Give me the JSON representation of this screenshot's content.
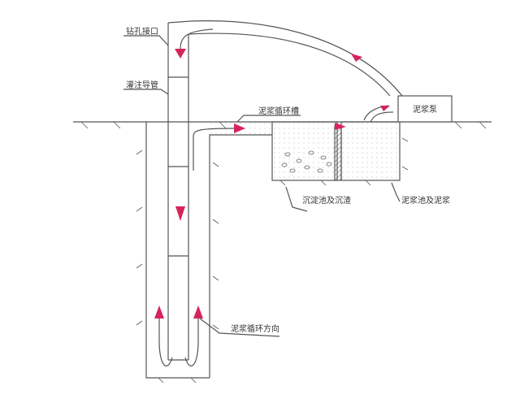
{
  "labels": {
    "pipe_joint": "钻孔接口",
    "tremie_pipe": "灌注导管",
    "circulation_groove": "泥浆循环槽",
    "mud_pump": "泥浆泵",
    "sedimentation_pool": "沉淀池及沉渣",
    "mud_pool": "泥浆池及泥浆",
    "circulation_direction": "泥浆循环方向"
  },
  "colors": {
    "arrow": "#d6245a",
    "line": "#555555"
  }
}
